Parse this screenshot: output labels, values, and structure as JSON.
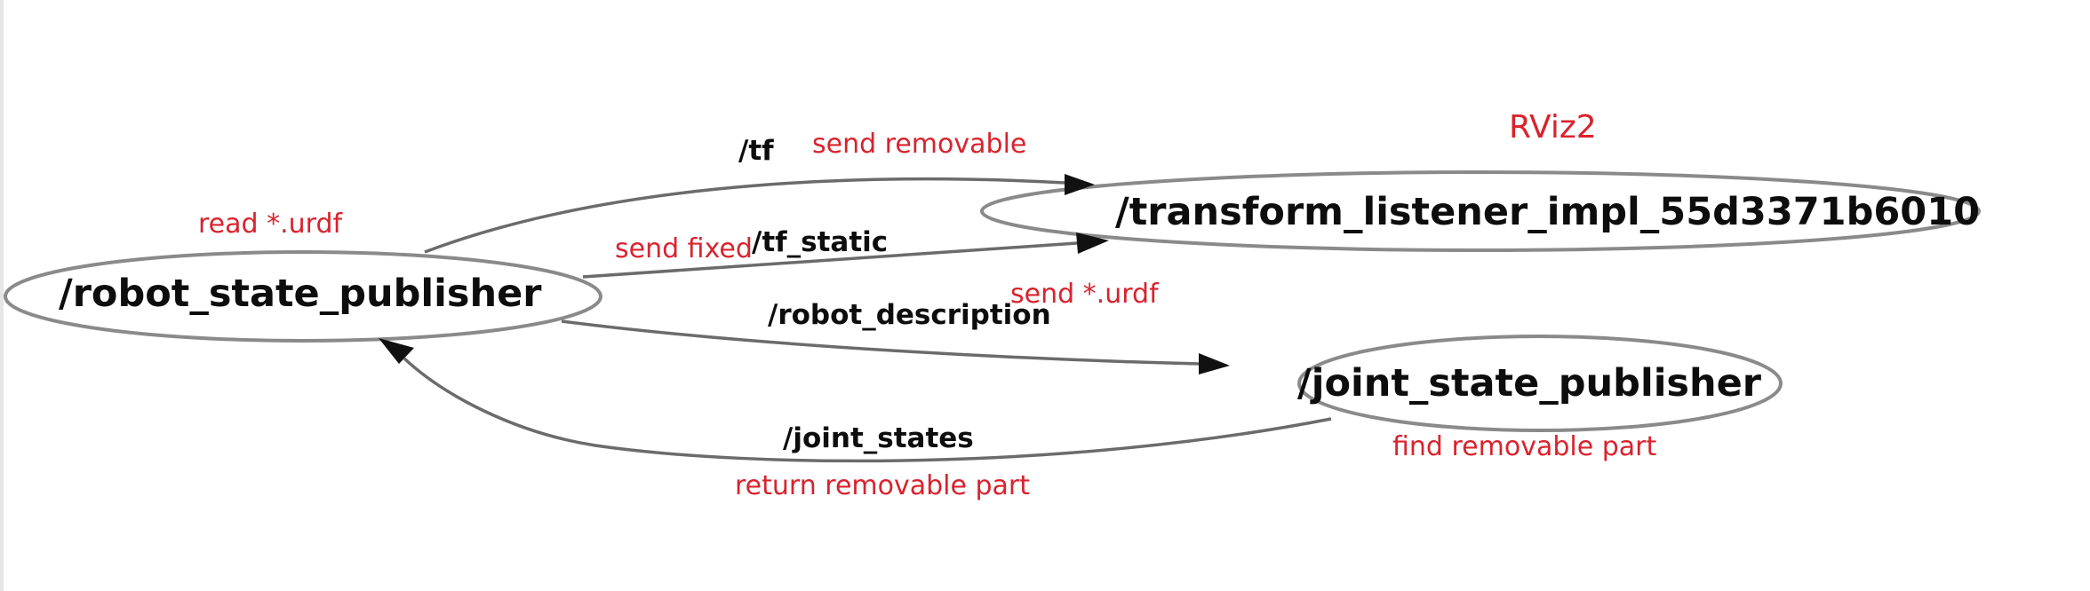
{
  "colors": {
    "annotation": "#d9232e",
    "node_stroke": "#8a8a8a",
    "edge_stroke": "#6b6b6b",
    "text": "#0d0d0d"
  },
  "nodes": {
    "robot_state_publisher": "/robot_state_publisher",
    "transform_listener": "/transform_listener_impl_55d3371b6010",
    "joint_state_publisher": "/joint_state_publisher"
  },
  "edges": {
    "tf": "/tf",
    "tf_static": "/tf_static",
    "robot_description": "/robot_description",
    "joint_states": "/joint_states"
  },
  "annotations": {
    "rviz2": "RViz2",
    "read_urdf": "read *.urdf",
    "send_removable": "send removable",
    "send_fixed": "send fixed",
    "send_urdf": "send *.urdf",
    "find_removable_part": "find removable part",
    "return_removable_part": "return removable part"
  }
}
